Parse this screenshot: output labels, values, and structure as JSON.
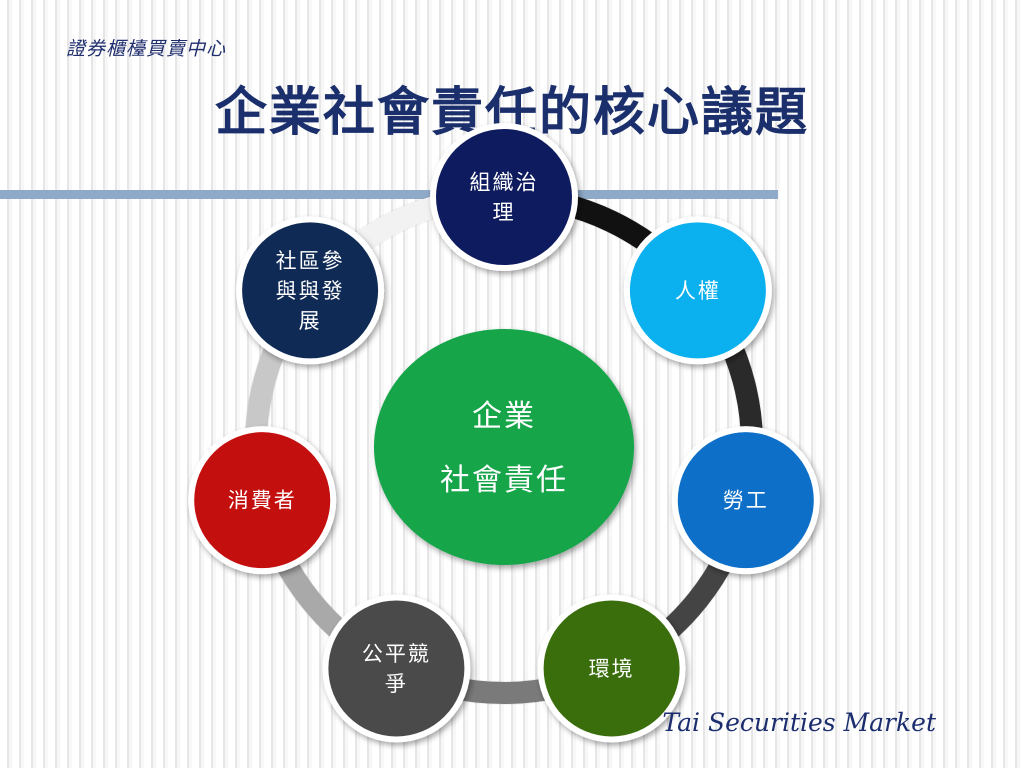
{
  "header_label": "證券櫃檯買賣中心",
  "title": "企業社會責任的核心議題",
  "footer": "Tai Securities Market",
  "center": {
    "lines": [
      "企業",
      "社會責任"
    ],
    "color": "#12a54a"
  },
  "nodes": [
    {
      "id": "governance",
      "lines": [
        "組織治",
        "理"
      ],
      "color": "#0e1b5e"
    },
    {
      "id": "human-rights",
      "lines": [
        "人權"
      ],
      "color": "#0bb0ee"
    },
    {
      "id": "labor",
      "lines": [
        "勞工"
      ],
      "color": "#0d6fc7"
    },
    {
      "id": "environment",
      "lines": [
        "環境"
      ],
      "color": "#3a6e0c"
    },
    {
      "id": "fair-competition",
      "lines": [
        "公平競",
        "爭"
      ],
      "color": "#4a4a4a"
    },
    {
      "id": "consumers",
      "lines": [
        "消費者"
      ],
      "color": "#c40f0f"
    },
    {
      "id": "community",
      "lines": [
        "社區參",
        "與與發",
        "展"
      ],
      "color": "#0f2a55"
    }
  ],
  "ring_segment_colors": [
    "#111111",
    "#2a2a2a",
    "#444444",
    "#7a7a7a",
    "#a9a9a9",
    "#c8c8c8",
    "#f2f2f2"
  ]
}
